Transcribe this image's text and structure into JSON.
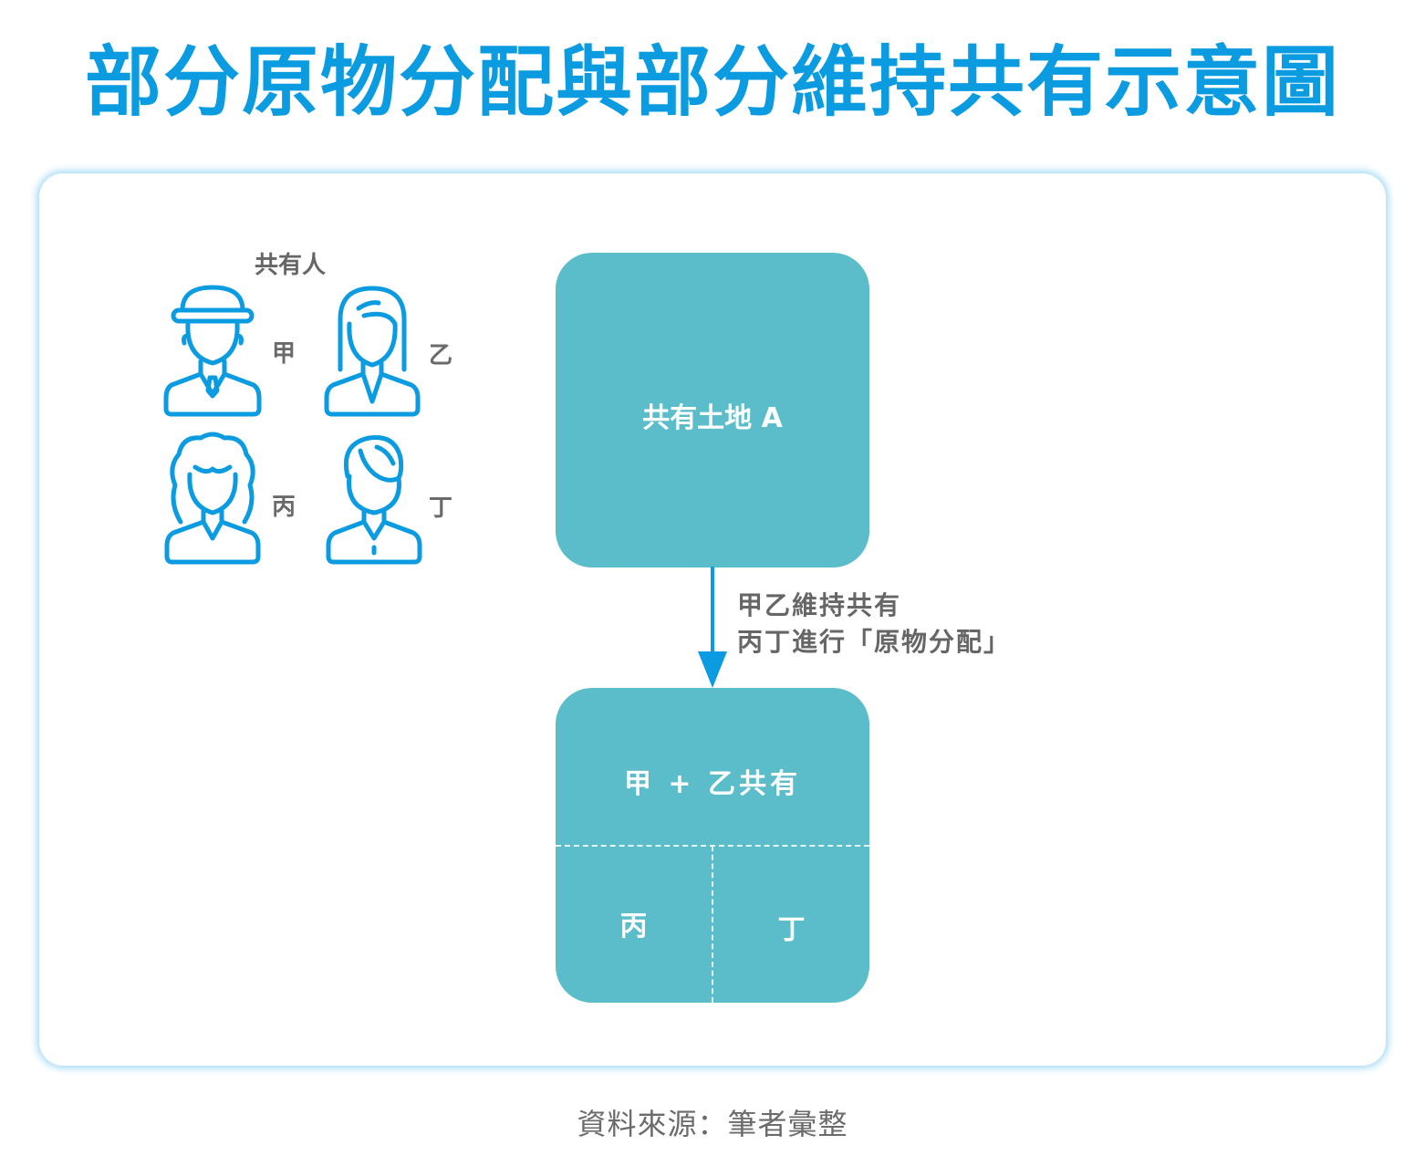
{
  "title": "部分原物分配與部分維持共有示意圖",
  "owners": {
    "label": "共有人",
    "people": [
      {
        "name": "甲",
        "icon": "man-bowler-hat-icon"
      },
      {
        "name": "乙",
        "icon": "woman-long-hair-icon"
      },
      {
        "name": "丙",
        "icon": "woman-curly-hair-icon"
      },
      {
        "name": "丁",
        "icon": "man-short-hair-icon"
      }
    ]
  },
  "land_box": {
    "label": "共有土地 A"
  },
  "arrow": {
    "line1": "甲乙維持共有",
    "line2": "丙丁進行「原物分配」"
  },
  "result_box": {
    "top_label": "甲 + 乙共有",
    "bottom_left_label": "丙",
    "bottom_right_label": "丁"
  },
  "source": "資料來源：筆者彙整",
  "colors": {
    "title": "#0b9be0",
    "icon_stroke": "#0b9be0",
    "box_fill": "#5cbdca",
    "arrow": "#0b9be0",
    "text_gray": "#666666"
  }
}
